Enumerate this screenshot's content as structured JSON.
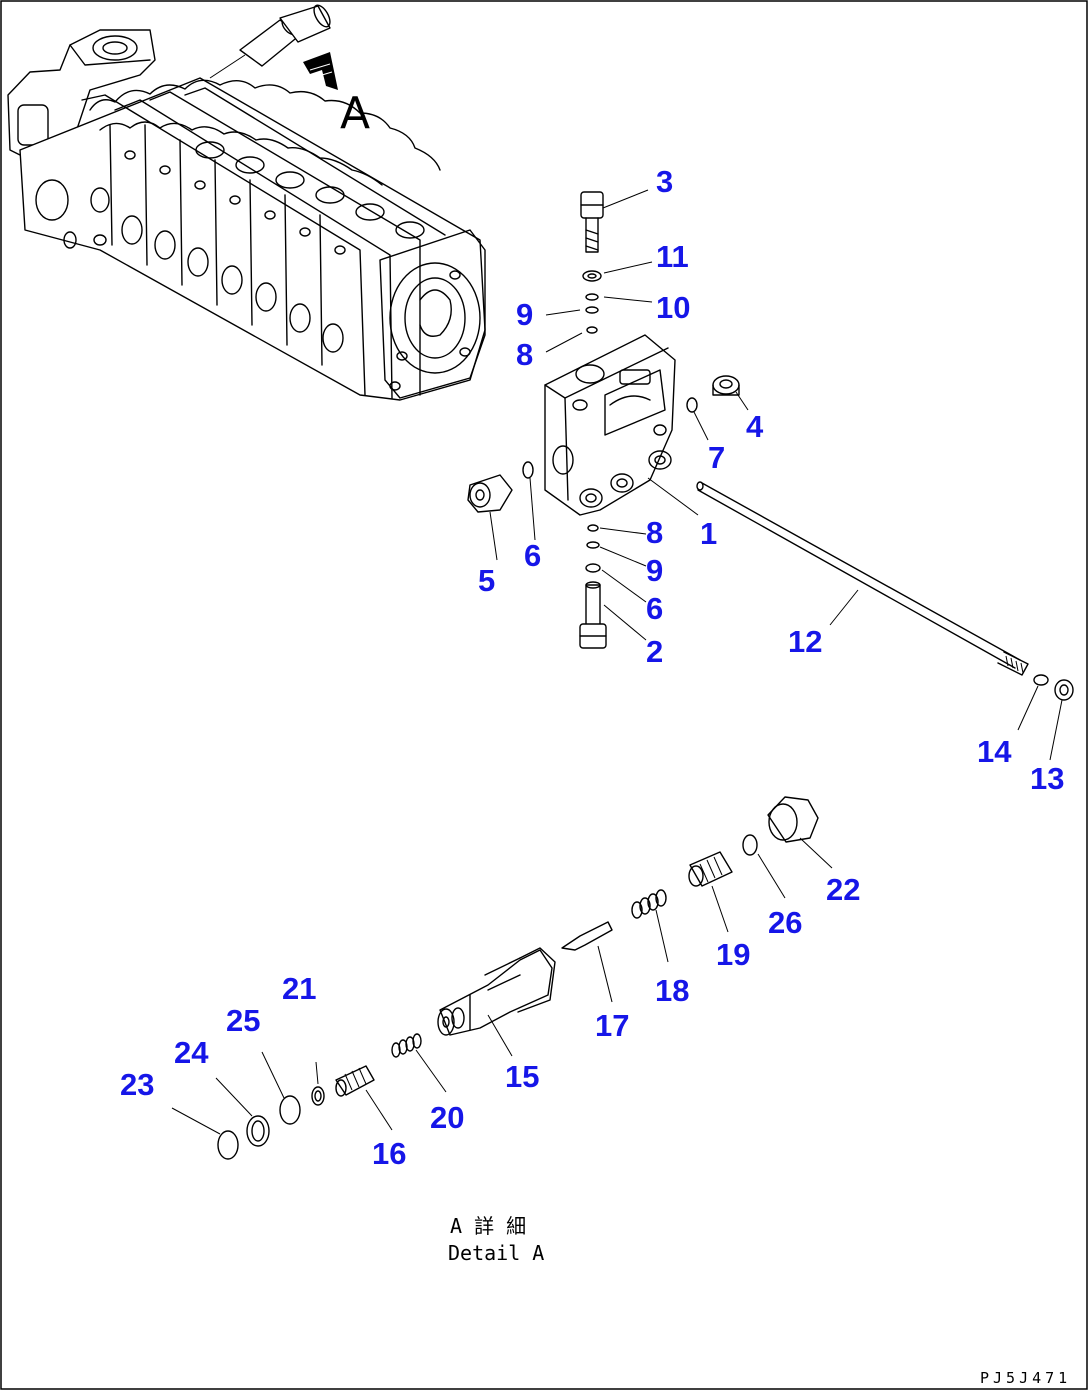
{
  "view_marker": "A",
  "detail_caption_jp": "A 詳 細",
  "detail_caption_en": "Detail A",
  "drawing_code": "PJ5J471",
  "callouts": [
    {
      "id": "c1",
      "text": "1"
    },
    {
      "id": "c2",
      "text": "2"
    },
    {
      "id": "c3",
      "text": "3"
    },
    {
      "id": "c4",
      "text": "4"
    },
    {
      "id": "c5",
      "text": "5"
    },
    {
      "id": "c6a",
      "text": "6"
    },
    {
      "id": "c6b",
      "text": "6"
    },
    {
      "id": "c7",
      "text": "7"
    },
    {
      "id": "c8a",
      "text": "8"
    },
    {
      "id": "c8b",
      "text": "8"
    },
    {
      "id": "c9a",
      "text": "9"
    },
    {
      "id": "c9b",
      "text": "9"
    },
    {
      "id": "c10",
      "text": "10"
    },
    {
      "id": "c11",
      "text": "11"
    },
    {
      "id": "c12",
      "text": "12"
    },
    {
      "id": "c13",
      "text": "13"
    },
    {
      "id": "c14",
      "text": "14"
    },
    {
      "id": "c15",
      "text": "15"
    },
    {
      "id": "c16",
      "text": "16"
    },
    {
      "id": "c17",
      "text": "17"
    },
    {
      "id": "c18",
      "text": "18"
    },
    {
      "id": "c19",
      "text": "19"
    },
    {
      "id": "c20",
      "text": "20"
    },
    {
      "id": "c21",
      "text": "21"
    },
    {
      "id": "c22",
      "text": "22"
    },
    {
      "id": "c23",
      "text": "23"
    },
    {
      "id": "c24",
      "text": "24"
    },
    {
      "id": "c25",
      "text": "25"
    },
    {
      "id": "c26",
      "text": "26"
    }
  ],
  "colors": {
    "callout": "#1616e8",
    "line": "#000000",
    "background": "#ffffff"
  }
}
